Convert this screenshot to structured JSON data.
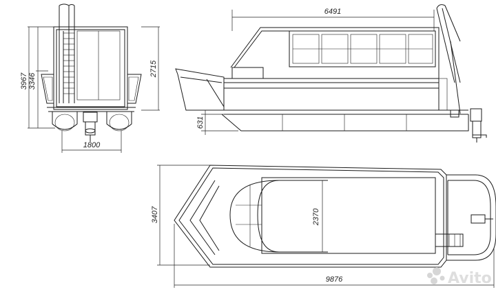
{
  "front_view": {
    "overall_height": "3967",
    "deck_height": "3346",
    "cabin_height": "2715",
    "width": "1800"
  },
  "side_view": {
    "cabin_length": "6491",
    "draft": "631"
  },
  "top_view": {
    "beam": "3407",
    "inner_width": "2370",
    "overall_length": "9876"
  },
  "watermark": {
    "brand": "Avito",
    "logo_icon": "avito-logo-icon",
    "color": "#d0d0d0"
  }
}
